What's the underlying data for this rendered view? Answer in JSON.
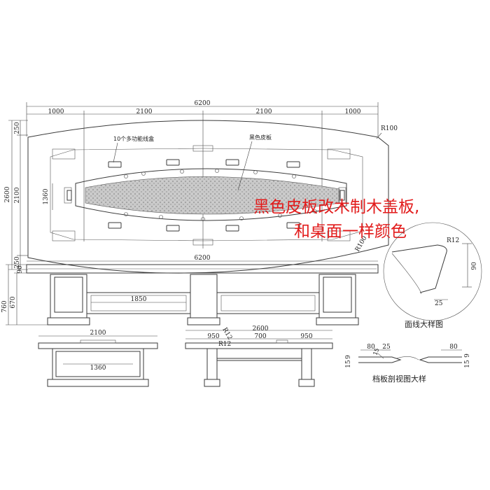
{
  "plan": {
    "overall_width": "6200",
    "seg_1000_left": "1000",
    "seg_2100_left": "2100",
    "seg_2100_right": "2100",
    "seg_1000_right": "1000",
    "overall_depth": "2600",
    "depth_250_top": "250",
    "depth_2100": "2100",
    "depth_250_bottom": "250",
    "inner_length": "1360",
    "radius_top": "R100",
    "radius_bottom": "R100",
    "label_boxes": "10个多功能线盒",
    "label_leather": "黑色皮板"
  },
  "annotation": {
    "line1": "黑色皮板改木制木盖板,",
    "line2": "和桌面一样颜色",
    "color": "#e21b1b"
  },
  "elevation": {
    "overall_width": "6200",
    "top_thickness": "90",
    "height_760": "760",
    "height_670": "670",
    "panel_width": "1850"
  },
  "side_view_left": {
    "width": "2100",
    "inner": "1360"
  },
  "side_view_right": {
    "width": "2600",
    "seg_a": "950",
    "seg_b": "700",
    "seg_c": "950",
    "r12_a": "R12",
    "r12_b": "R12"
  },
  "edge_detail": {
    "r12": "R12",
    "h90": "90",
    "w25": "25",
    "caption": "面线大样图"
  },
  "baffle_detail": {
    "dim_80_left": "80",
    "dim_25": "25",
    "dim_80_right": "80",
    "dim_9_left": "9",
    "dim_15_left": "15",
    "dim_9_right": "9",
    "dim_15_right": "15",
    "dim_15_small": "15",
    "caption": "档板剖视图大样"
  }
}
